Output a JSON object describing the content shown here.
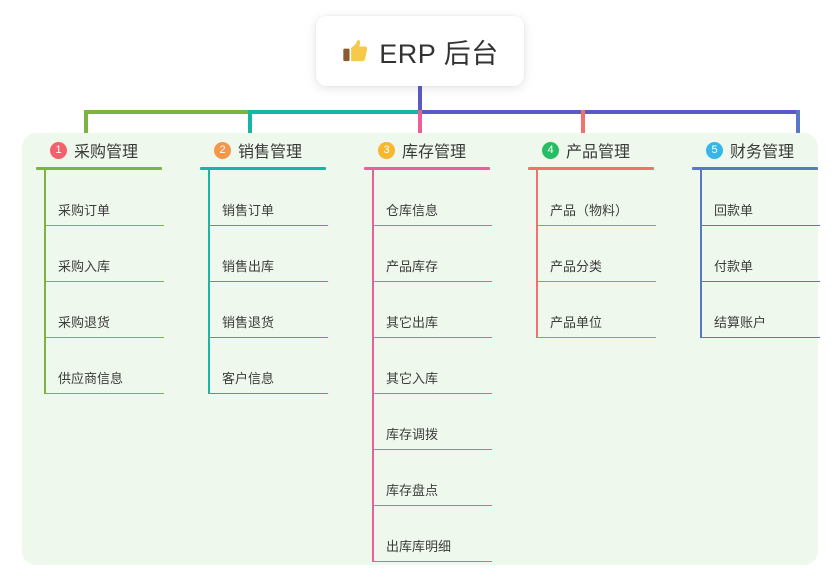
{
  "root": {
    "icon": "thumbs-up-icon",
    "title": "ERP 后台"
  },
  "palette": {
    "background": "#ffffff",
    "panel_background": "#eff8ec",
    "text": "#3a3a3a",
    "trunk_line": "#5a59c8"
  },
  "columns": [
    {
      "index": "1",
      "title": "采购管理",
      "color": "#7cb342",
      "badge_color": "#f4606c",
      "connector_color": "#7cb342",
      "items": [
        "采购订单",
        "采购入库",
        "采购退货",
        "供应商信息"
      ]
    },
    {
      "index": "2",
      "title": "销售管理",
      "color": "#17b5a4",
      "badge_color": "#f5974a",
      "connector_color": "#17b5a4",
      "items": [
        "销售订单",
        "销售出库",
        "销售退货",
        "客户信息"
      ]
    },
    {
      "index": "3",
      "title": "库存管理",
      "color": "#ea5f9a",
      "badge_color": "#f7b731",
      "connector_color": "#ea5f9a",
      "items": [
        "仓库信息",
        "产品库存",
        "其它出库",
        "其它入库",
        "库存调拨",
        "库存盘点",
        "出库库明细"
      ]
    },
    {
      "index": "4",
      "title": "产品管理",
      "color": "#f4706e",
      "badge_color": "#27bd62",
      "connector_color": "#f4706e",
      "items": [
        "产品（物料）",
        "产品分类",
        "产品单位"
      ]
    },
    {
      "index": "5",
      "title": "财务管理",
      "color": "#5a78c8",
      "badge_color": "#38b6e8",
      "connector_color": "#5a78c8",
      "items": [
        "回款单",
        "付款单",
        "结算账户"
      ]
    }
  ]
}
